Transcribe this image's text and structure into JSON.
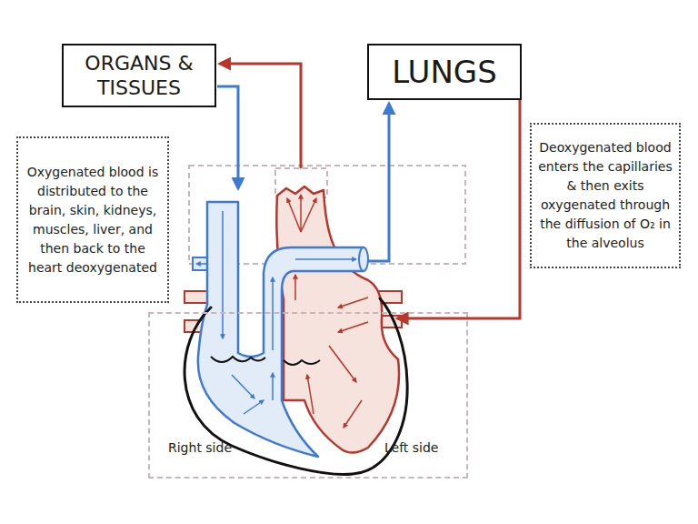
{
  "diagram": {
    "nodes": [
      {
        "text": [
          "ORGANS & TISSUES"
        ]
      },
      {
        "text": [
          "LUNGS"
        ]
      },
      {
        "text": [
          "Oxygenated blood is distributed to the brain, skin, kidneys, muscles, liver, and then back to the heart deoxygenated"
        ]
      },
      {
        "text": [
          "Deoxygenated blood enters the capillaries & then exits oxygenated through the diffusion of O₂ in the alveolus"
        ]
      },
      {
        "text": [
          "Right side",
          "Left side"
        ]
      }
    ],
    "edges": [
      {
        "from": 1,
        "to": 4,
        "arrow": "to"
      }
    ]
  }
}
